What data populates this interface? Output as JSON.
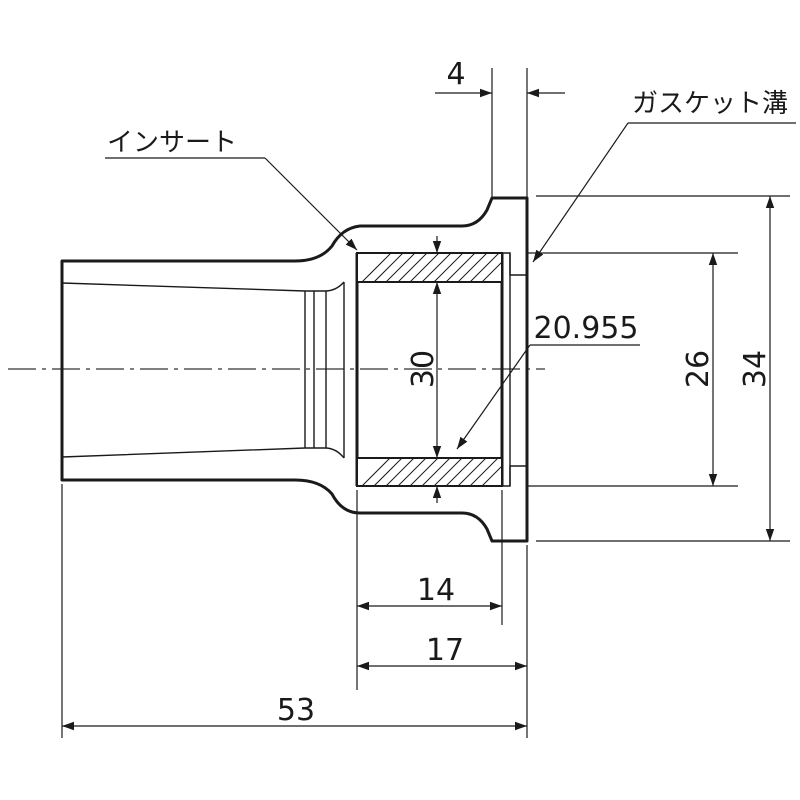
{
  "labels": {
    "insert": "インサート",
    "gasket_groove": "ガスケット溝"
  },
  "dimensions": {
    "top_gap": "4",
    "inner_bore": "30",
    "thread_dia": "20.955",
    "groove_dia": "26",
    "flange_dia": "34",
    "insert_len": "14",
    "socket_len": "17",
    "overall_len": "53"
  }
}
